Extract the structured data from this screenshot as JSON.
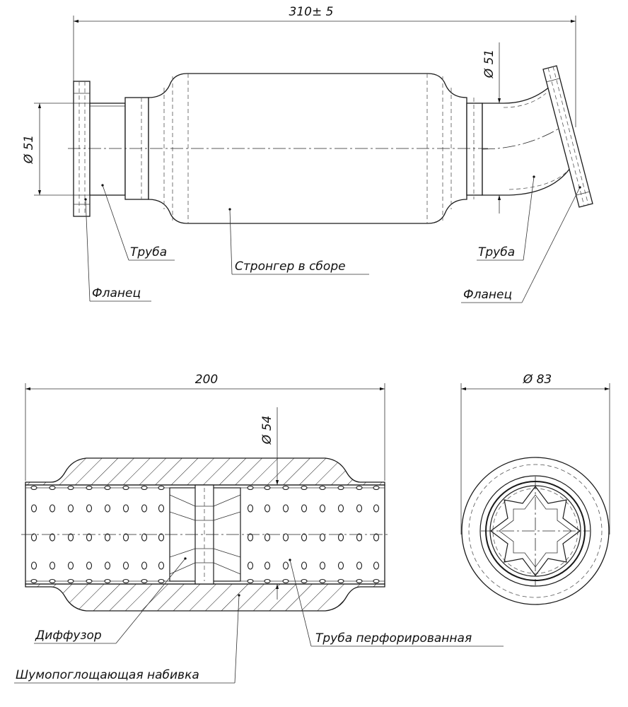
{
  "top_view": {
    "overall_length": "310± 5",
    "left_diameter": "Ø 51",
    "right_diameter": "Ø 51",
    "labels": {
      "pipe_left": "Труба",
      "flange_left": "Фланец",
      "stronger": "Стронгер в сборе",
      "pipe_right": "Труба",
      "flange_right": "Фланец"
    }
  },
  "section_view": {
    "length": "200",
    "inner_diameter": "Ø 54",
    "labels": {
      "diffuser": "Диффузор",
      "packing": "Шумопоглощающая набивка",
      "perforated_pipe": "Труба перфорированная"
    }
  },
  "end_view": {
    "outer_diameter": "Ø 83"
  }
}
